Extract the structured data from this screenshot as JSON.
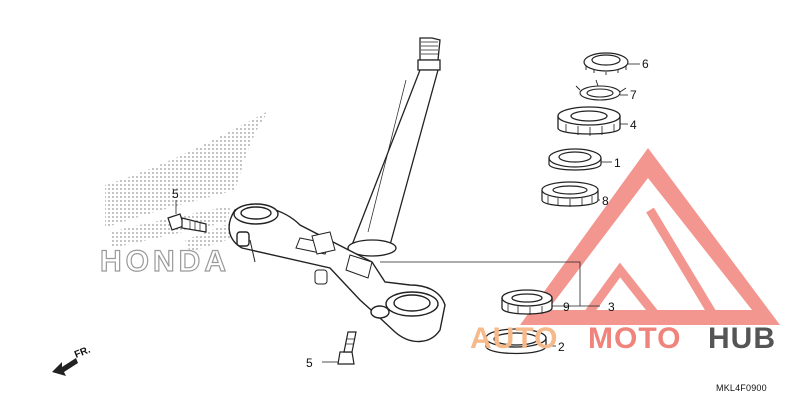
{
  "brand": {
    "logo_text": "HONDA"
  },
  "watermark": {
    "part1": "AUTO",
    "part2": "MOTO",
    "part3": "HUB",
    "color_main": "#f0847c",
    "color_light": "#f6b98a",
    "color_dark": "#555555"
  },
  "diagram": {
    "code": "MKL4F0900",
    "front_label": "FR.",
    "callouts": {
      "c1": "1",
      "c2": "2",
      "c3": "3",
      "c4": "4",
      "c5a": "5",
      "c5b": "5",
      "c6": "6",
      "c7": "7",
      "c8": "8",
      "c9": "9"
    }
  }
}
